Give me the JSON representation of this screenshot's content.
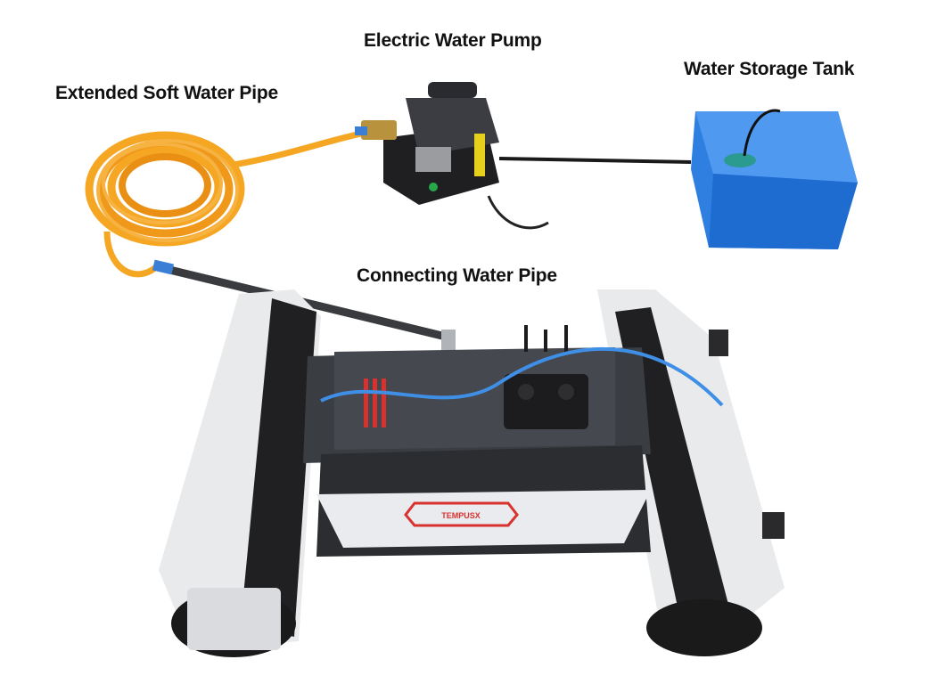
{
  "labels": {
    "pump": "Electric Water Pump",
    "tank": "Water Storage Tank",
    "soft_pipe": "Extended Soft Water Pipe",
    "connecting_pipe": "Connecting Water Pipe"
  },
  "robot": {
    "brand": "TEMPUSX"
  },
  "colors": {
    "hose": "#f5a623",
    "tank": "#2f7fe0",
    "robot_body": "#eceef0",
    "robot_frame": "#3a3d42",
    "brush": "#1a1a1a",
    "accent_red": "#d9322e",
    "blue_tube": "#3f8fe6"
  }
}
